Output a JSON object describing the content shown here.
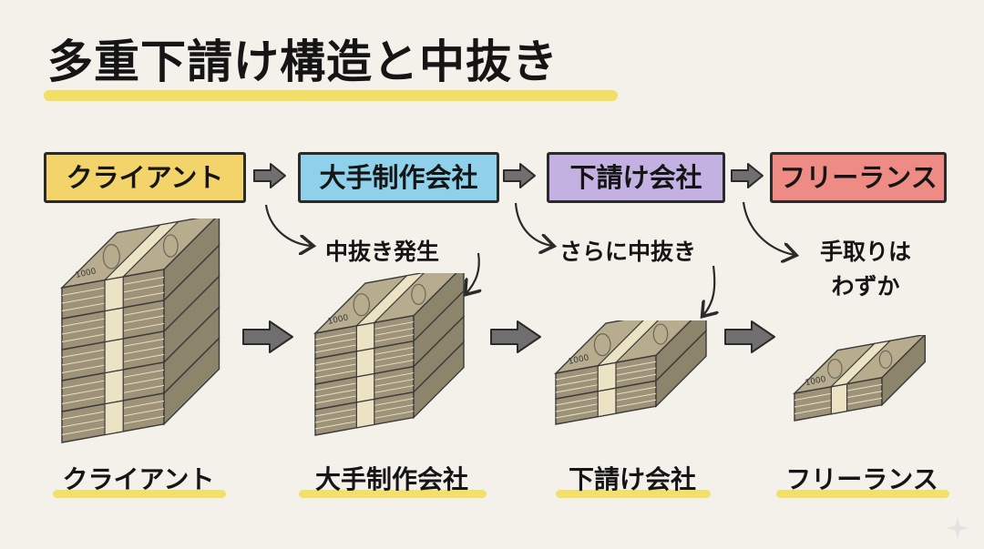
{
  "title": "多重下請け構造と中抜き",
  "flow": [
    {
      "label": "クライアント",
      "color": "#f2d46a"
    },
    {
      "label": "大手制作会社",
      "color": "#8fd0ea"
    },
    {
      "label": "下請け会社",
      "color": "#c3b1e2"
    },
    {
      "label": "フリーランス",
      "color": "#ee8b84"
    }
  ],
  "notes": {
    "first": "中抜き発生",
    "second": "さらに中抜き",
    "third_line1": "手取りは",
    "third_line2": "わずか"
  },
  "bottom_labels": [
    "クライアント",
    "大手制作会社",
    "下請け会社",
    "フリーランス"
  ],
  "banknote_text": "1000",
  "colors": {
    "highlight": "#f2dd55",
    "arrow": "#6f6f6f",
    "banknote": "#b7ac8e",
    "band": "#ece2c4"
  }
}
